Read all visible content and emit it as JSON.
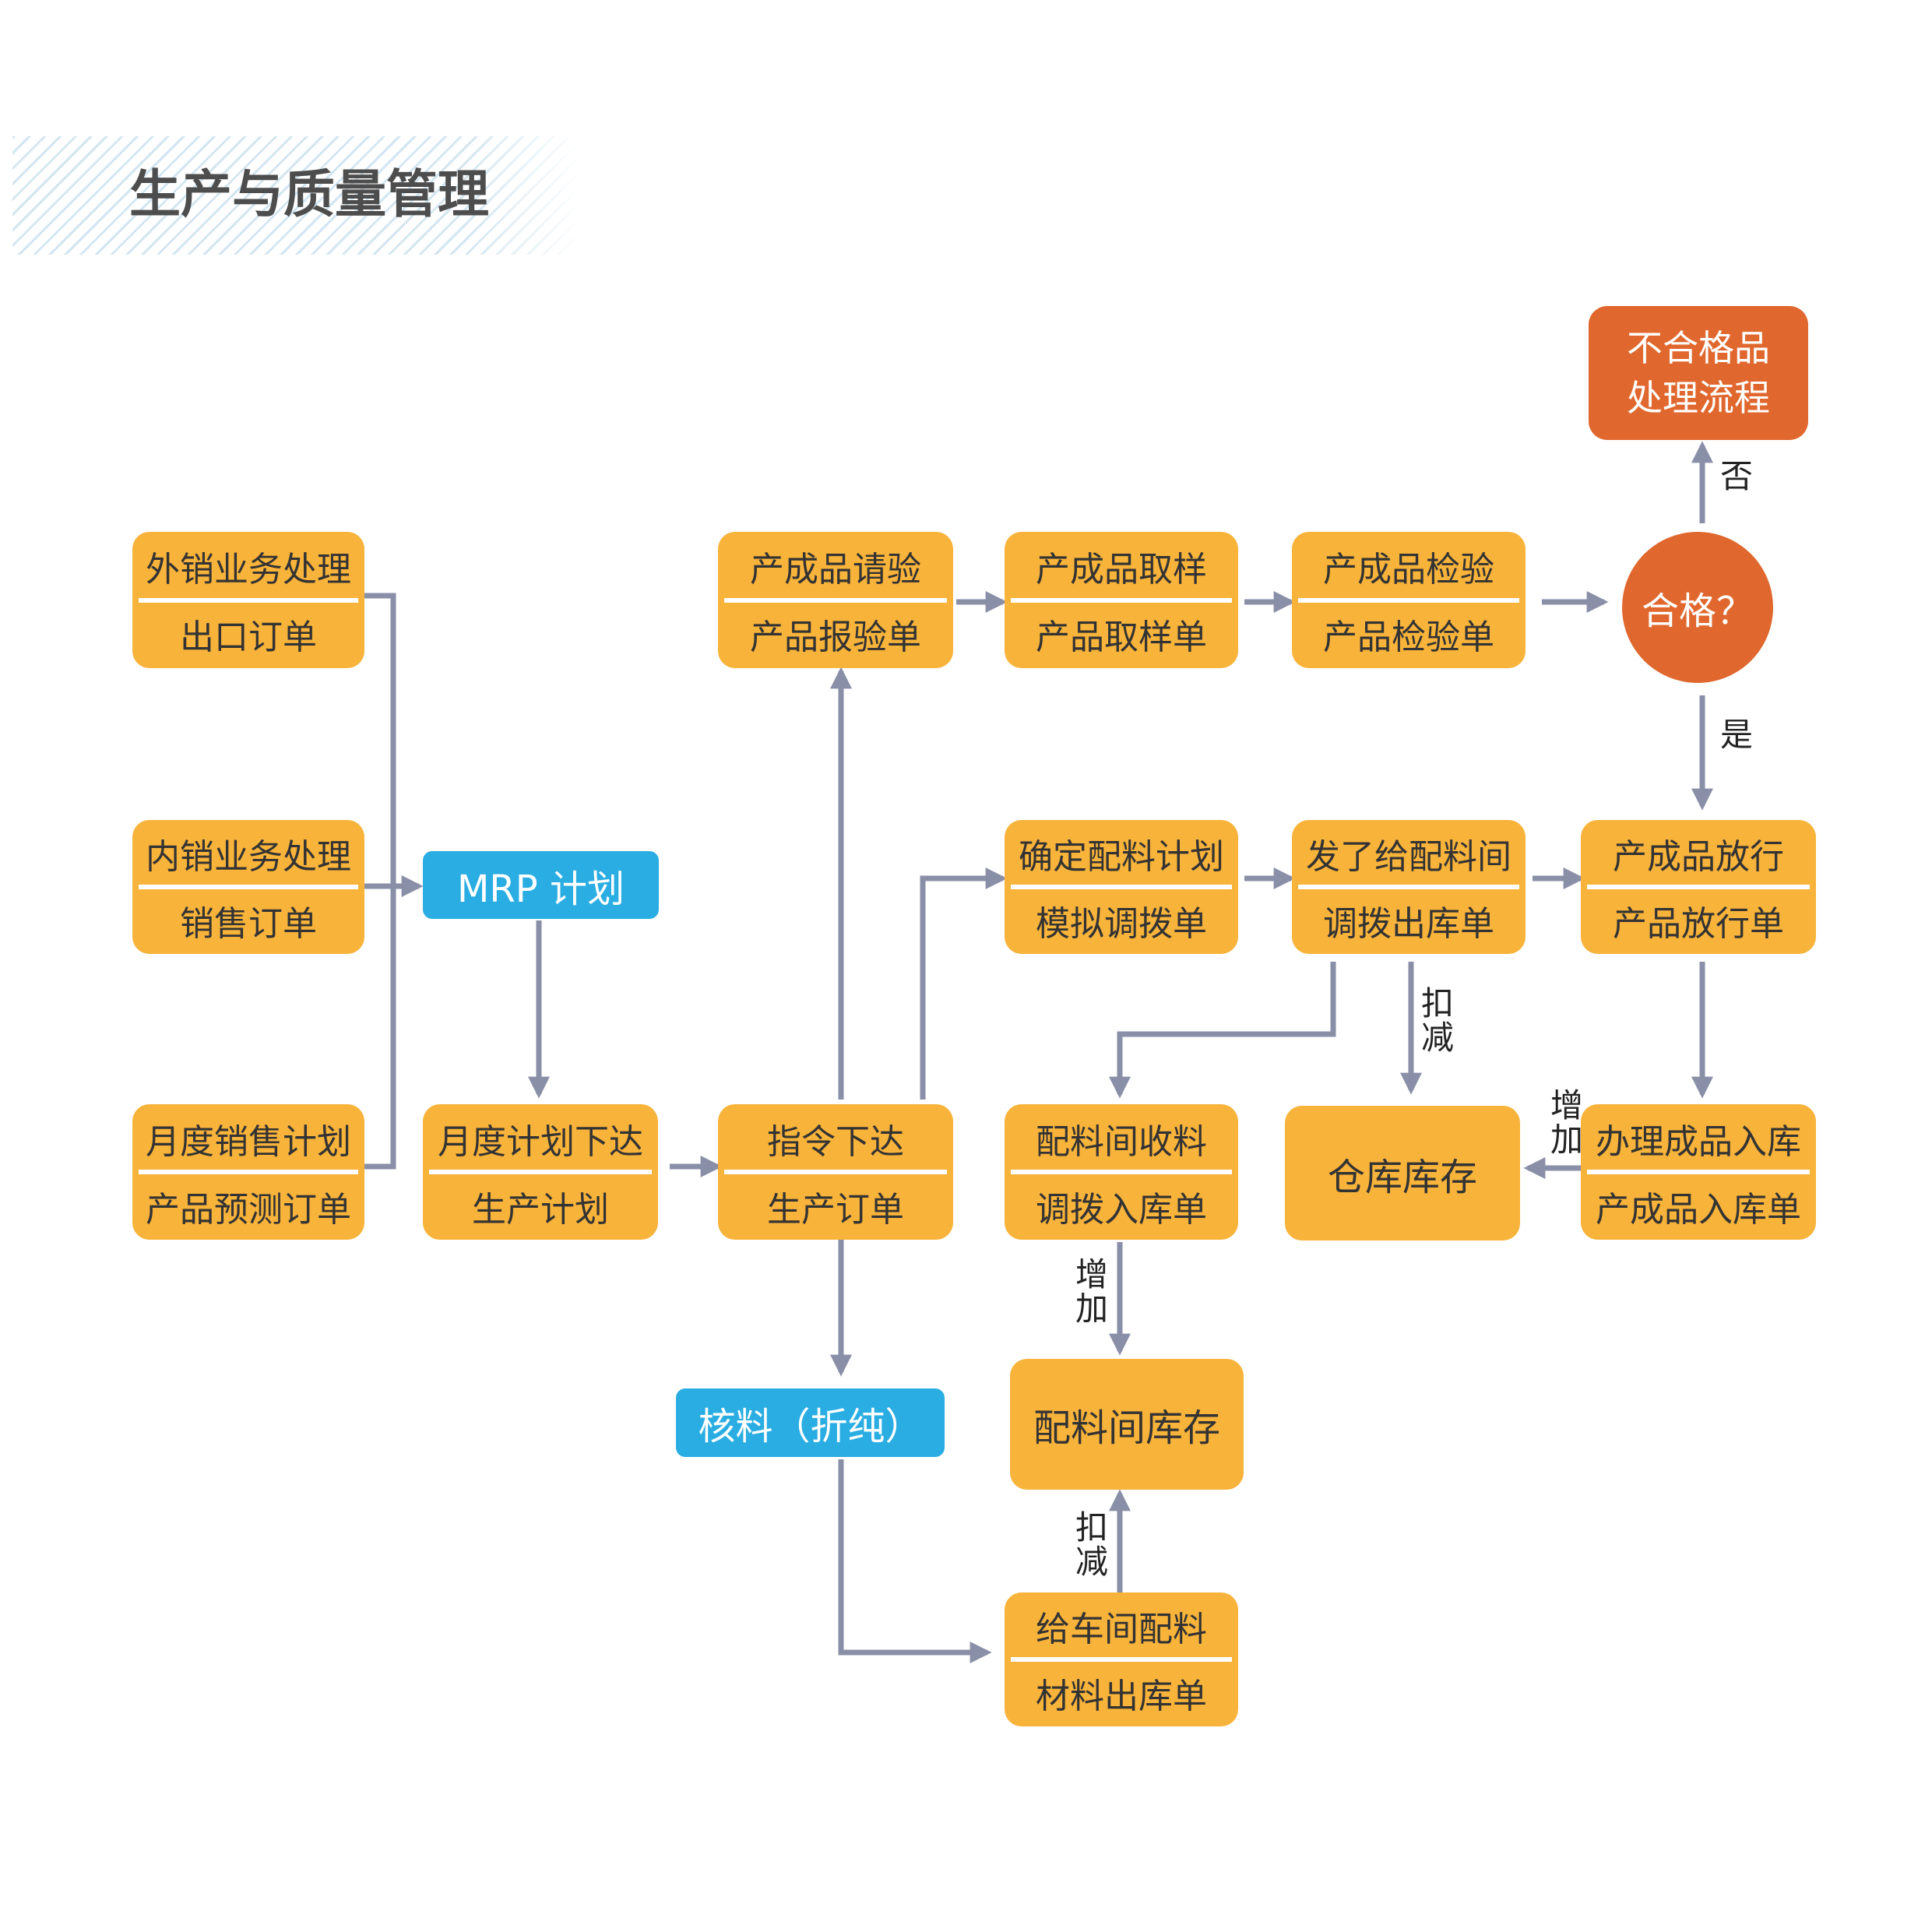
{
  "title": "生产与质量管理",
  "colors": {
    "box": "#f8b33a",
    "blue": "#29ade2",
    "decision": "#e0672d",
    "arrow": "#8a8fa8",
    "text": "#333333"
  },
  "nodes": {
    "export": {
      "line1": "外销业务处理",
      "line2": "出口订单"
    },
    "domestic": {
      "line1": "内销业务处理",
      "line2": "销售订单"
    },
    "monthly_sales": {
      "line1": "月度销售计划",
      "line2": "产品预测订单"
    },
    "mrp": {
      "label": "MRP 计划"
    },
    "monthly_plan": {
      "line1": "月度计划下达",
      "line2": "生产计划"
    },
    "instruction": {
      "line1": "指令下达",
      "line2": "生产订单"
    },
    "check_material": {
      "label": "核料（折纯）"
    },
    "inspect_request": {
      "line1": "产成品请验",
      "line2": "产品报验单"
    },
    "sampling": {
      "line1": "产成品取样",
      "line2": "产品取样单"
    },
    "inspection": {
      "line1": "产成品检验",
      "line2": "产品检验单"
    },
    "qualified": {
      "label": "合格？"
    },
    "nonconforming": {
      "line1": "不合格品",
      "line2": "处理流程"
    },
    "confirm_plan": {
      "line1": "确定配料计划",
      "line2": "模拟调拨单"
    },
    "dispatch": {
      "line1": "发了给配料间",
      "line2": "调拨出库单"
    },
    "release": {
      "line1": "产成品放行",
      "line2": "产品放行单"
    },
    "receive": {
      "line1": "配料间收料",
      "line2": "调拨入库单"
    },
    "warehouse": {
      "label": "仓库库存"
    },
    "stock_in": {
      "line1": "办理成品入库",
      "line2": "产成品入库单"
    },
    "batch_stock": {
      "label": "配料间库存"
    },
    "workshop": {
      "line1": "给车间配料",
      "line2": "材料出库单"
    }
  },
  "labels": {
    "no": "否",
    "yes": "是",
    "deduct_1a": "扣",
    "deduct_1b": "减",
    "increase_1a": "增",
    "increase_1b": "加",
    "increase_2a": "增",
    "increase_2b": "加",
    "deduct_2a": "扣",
    "deduct_2b": "减"
  }
}
